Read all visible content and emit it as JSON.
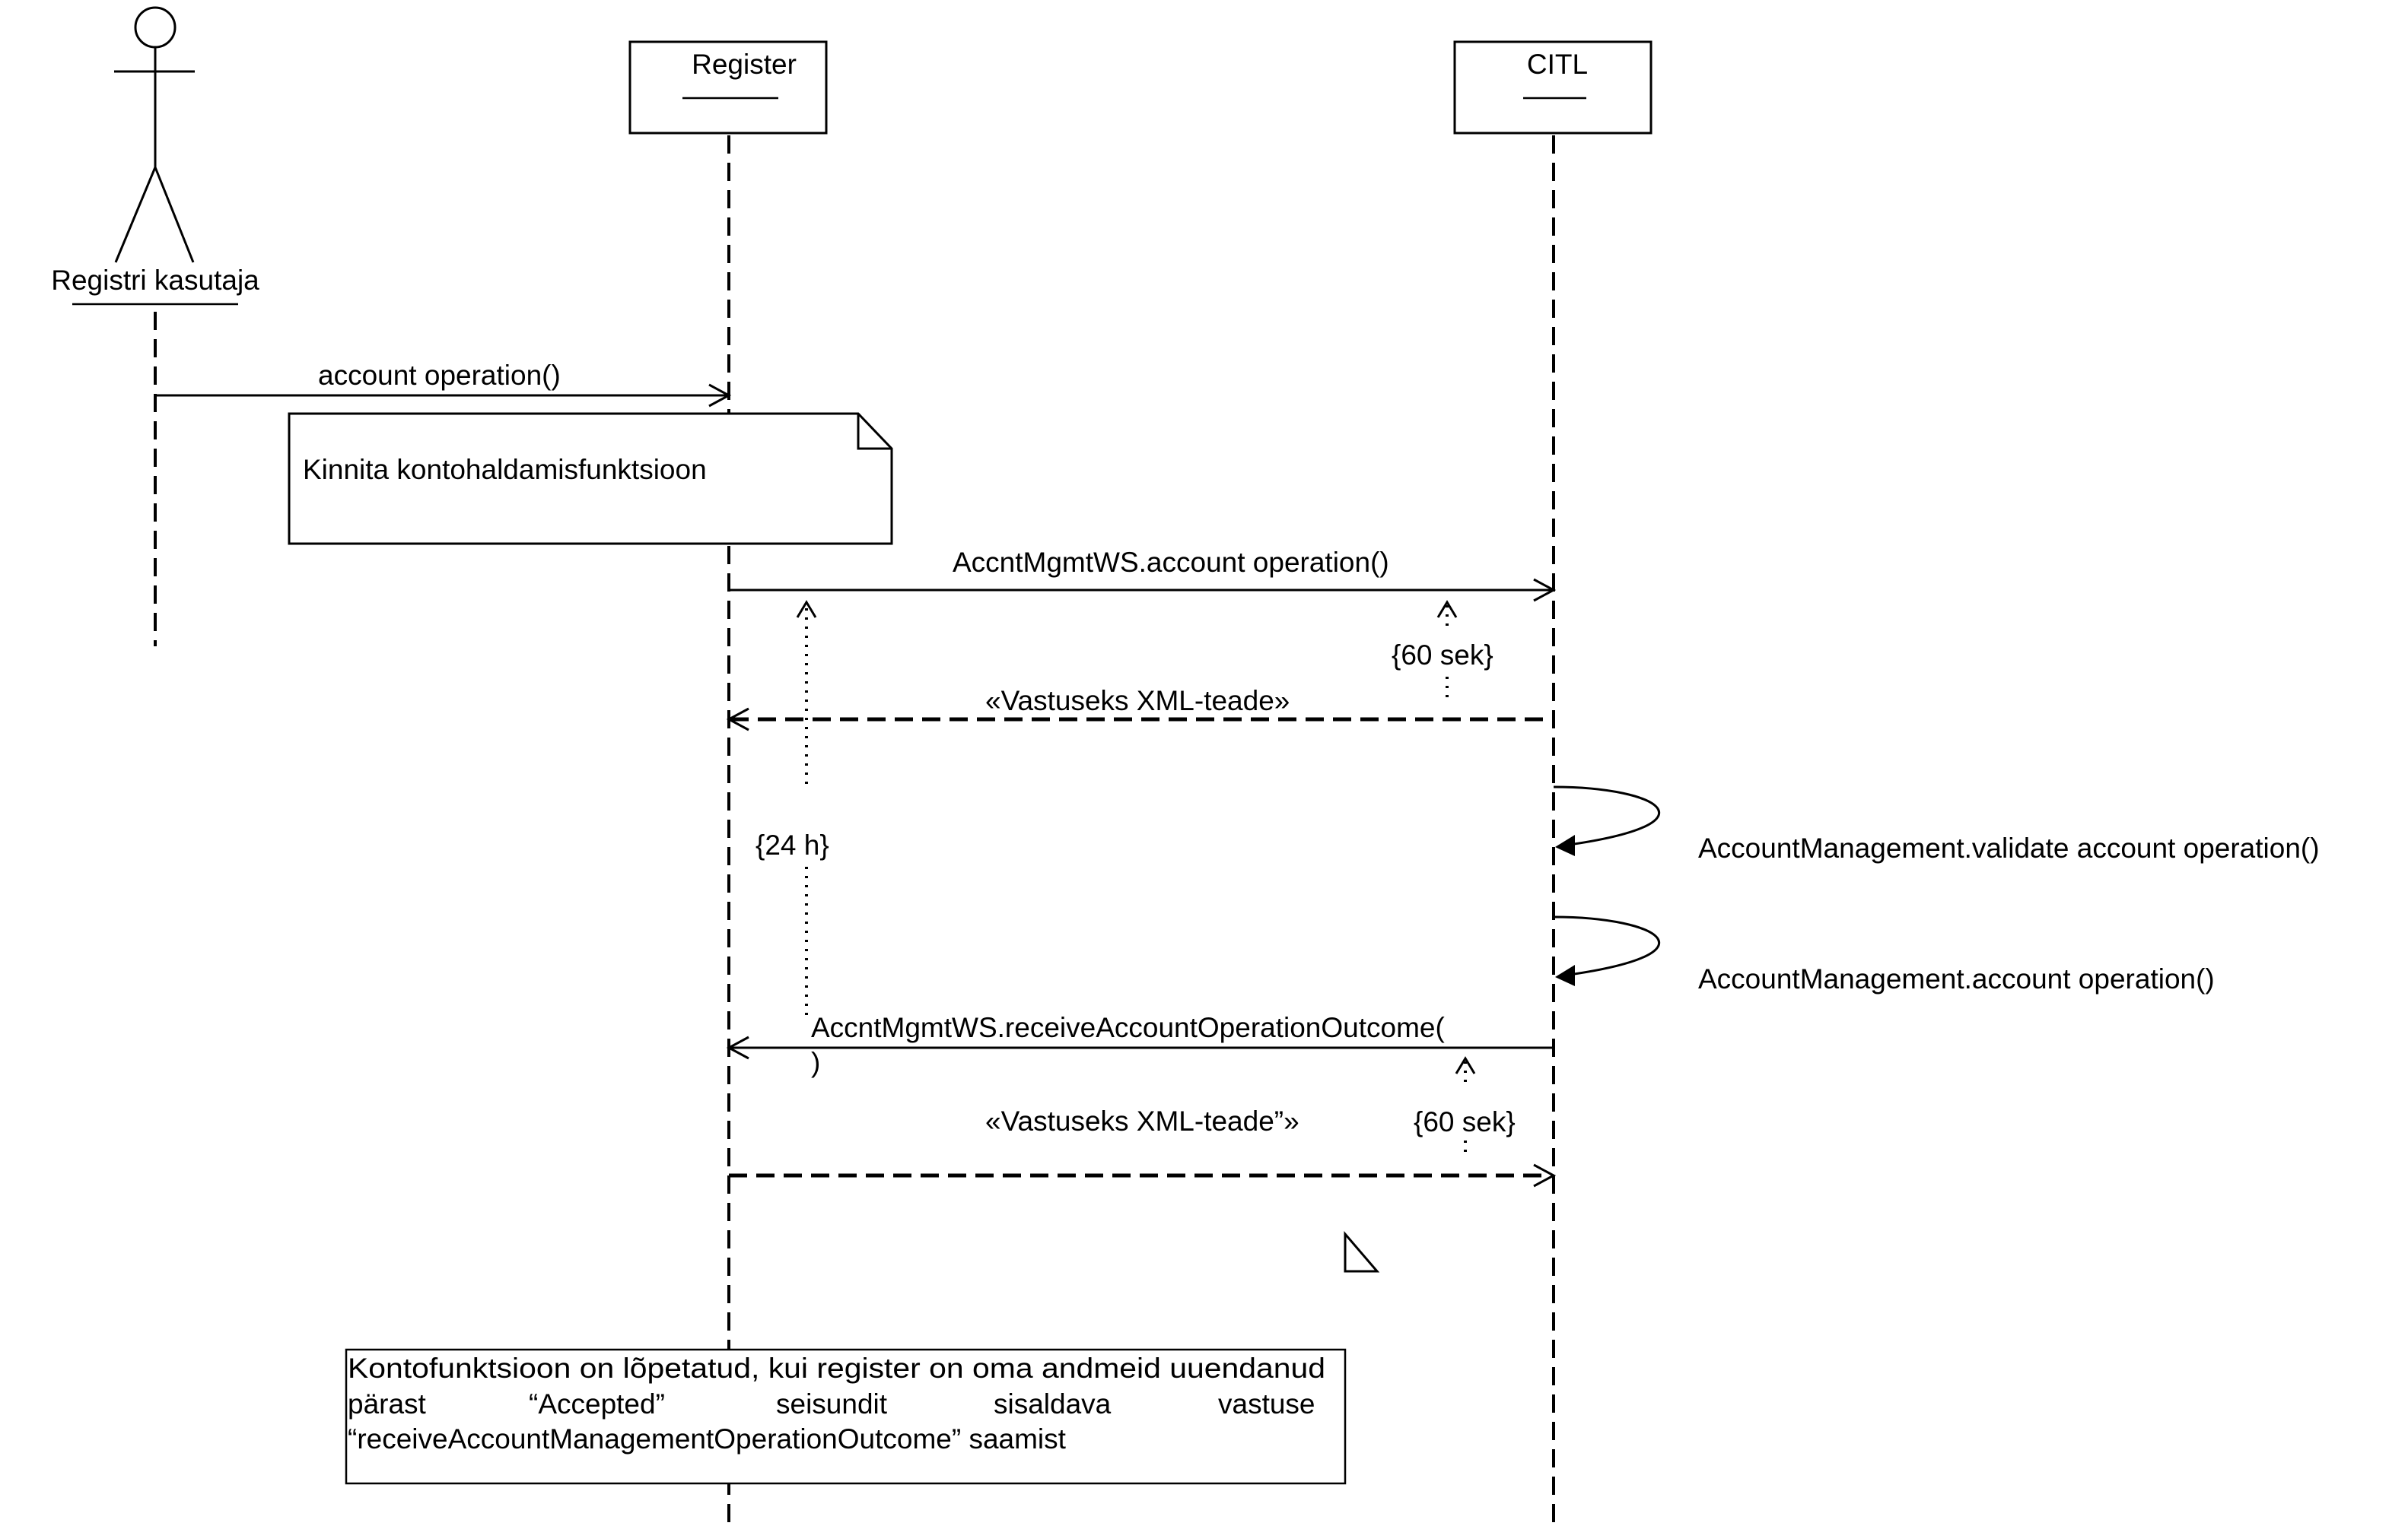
{
  "actor": {
    "name": "Registri kasutaja"
  },
  "lifelines": [
    {
      "id": "register",
      "name": "Register"
    },
    {
      "id": "citl",
      "name": "CITL"
    }
  ],
  "messages": [
    {
      "id": "m1",
      "label": "account operation()"
    },
    {
      "id": "m2",
      "label": "AccntMgmtWS.account operation()"
    },
    {
      "id": "m3",
      "label": "«Vastuseks XML-teade»"
    },
    {
      "id": "m4",
      "label": "AccountManagement.validate account operation()"
    },
    {
      "id": "m5",
      "label": "AccountManagement.account operation()"
    },
    {
      "id": "m6",
      "label_line1": "AccntMgmtWS.receiveAccountOperationOutcome(",
      "label_line2": ")"
    },
    {
      "id": "m7",
      "label": "«Vastuseks XML-teade”»"
    }
  ],
  "constraints": {
    "c1": "{60 sek}",
    "c2": "{24 h}",
    "c3": "{60 sek}"
  },
  "notes": {
    "note1": "Kinnita kontohaldamisfunktsioon",
    "note2": {
      "line1": "Kontofunktsioon on lõpetatud, kui register on oma andmeid uuendanud",
      "line2_words": [
        "pärast",
        "“Accepted”",
        "seisundit",
        "sisaldava",
        "vastuse"
      ],
      "line3": "“receiveAccountManagementOperationOutcome” saamist"
    }
  }
}
